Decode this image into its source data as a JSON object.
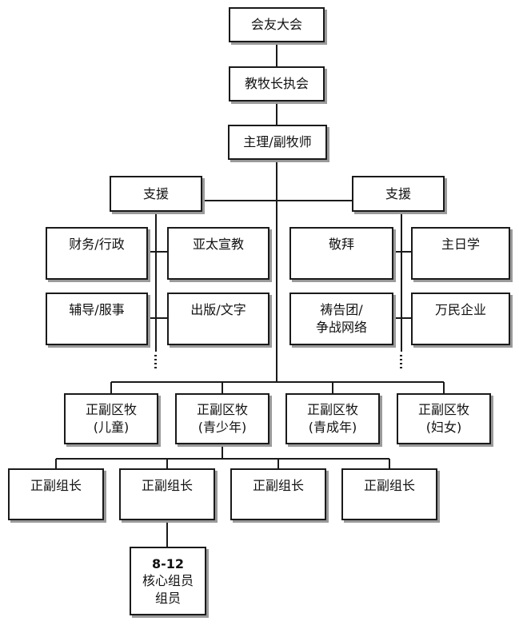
{
  "chart": {
    "hui_you_da_hui": "会友大会",
    "jiao_mu_zhang_zhi_hui": "教牧长执会",
    "zhu_li_fu_mu_shi": "主理/副牧师",
    "support_left": "支援",
    "support_right": "支援",
    "cai_wu_xing_zheng": "财务/行政",
    "ya_tai_xuan_jiao": "亚太宣教",
    "fu_dao_fu_shi": "辅导/服事",
    "chu_ban_wen_zi": "出版/文字",
    "jing_bai": "敬拜",
    "zhu_ri_xue": "主日学",
    "dao_gao_tuan_line1": "祷告团/",
    "dao_gao_tuan_line2": "争战网络",
    "wan_min_qi_ye": "万民企业",
    "district_title": "正副区牧",
    "district_children": "(儿童)",
    "district_youth": "(青少年)",
    "district_young_adult": "(青成年)",
    "district_women": "(妇女)",
    "group_leader": "正副组长",
    "core_group_line1": "8-12",
    "core_group_line2": "核心组员",
    "core_group_line3": "组员"
  }
}
